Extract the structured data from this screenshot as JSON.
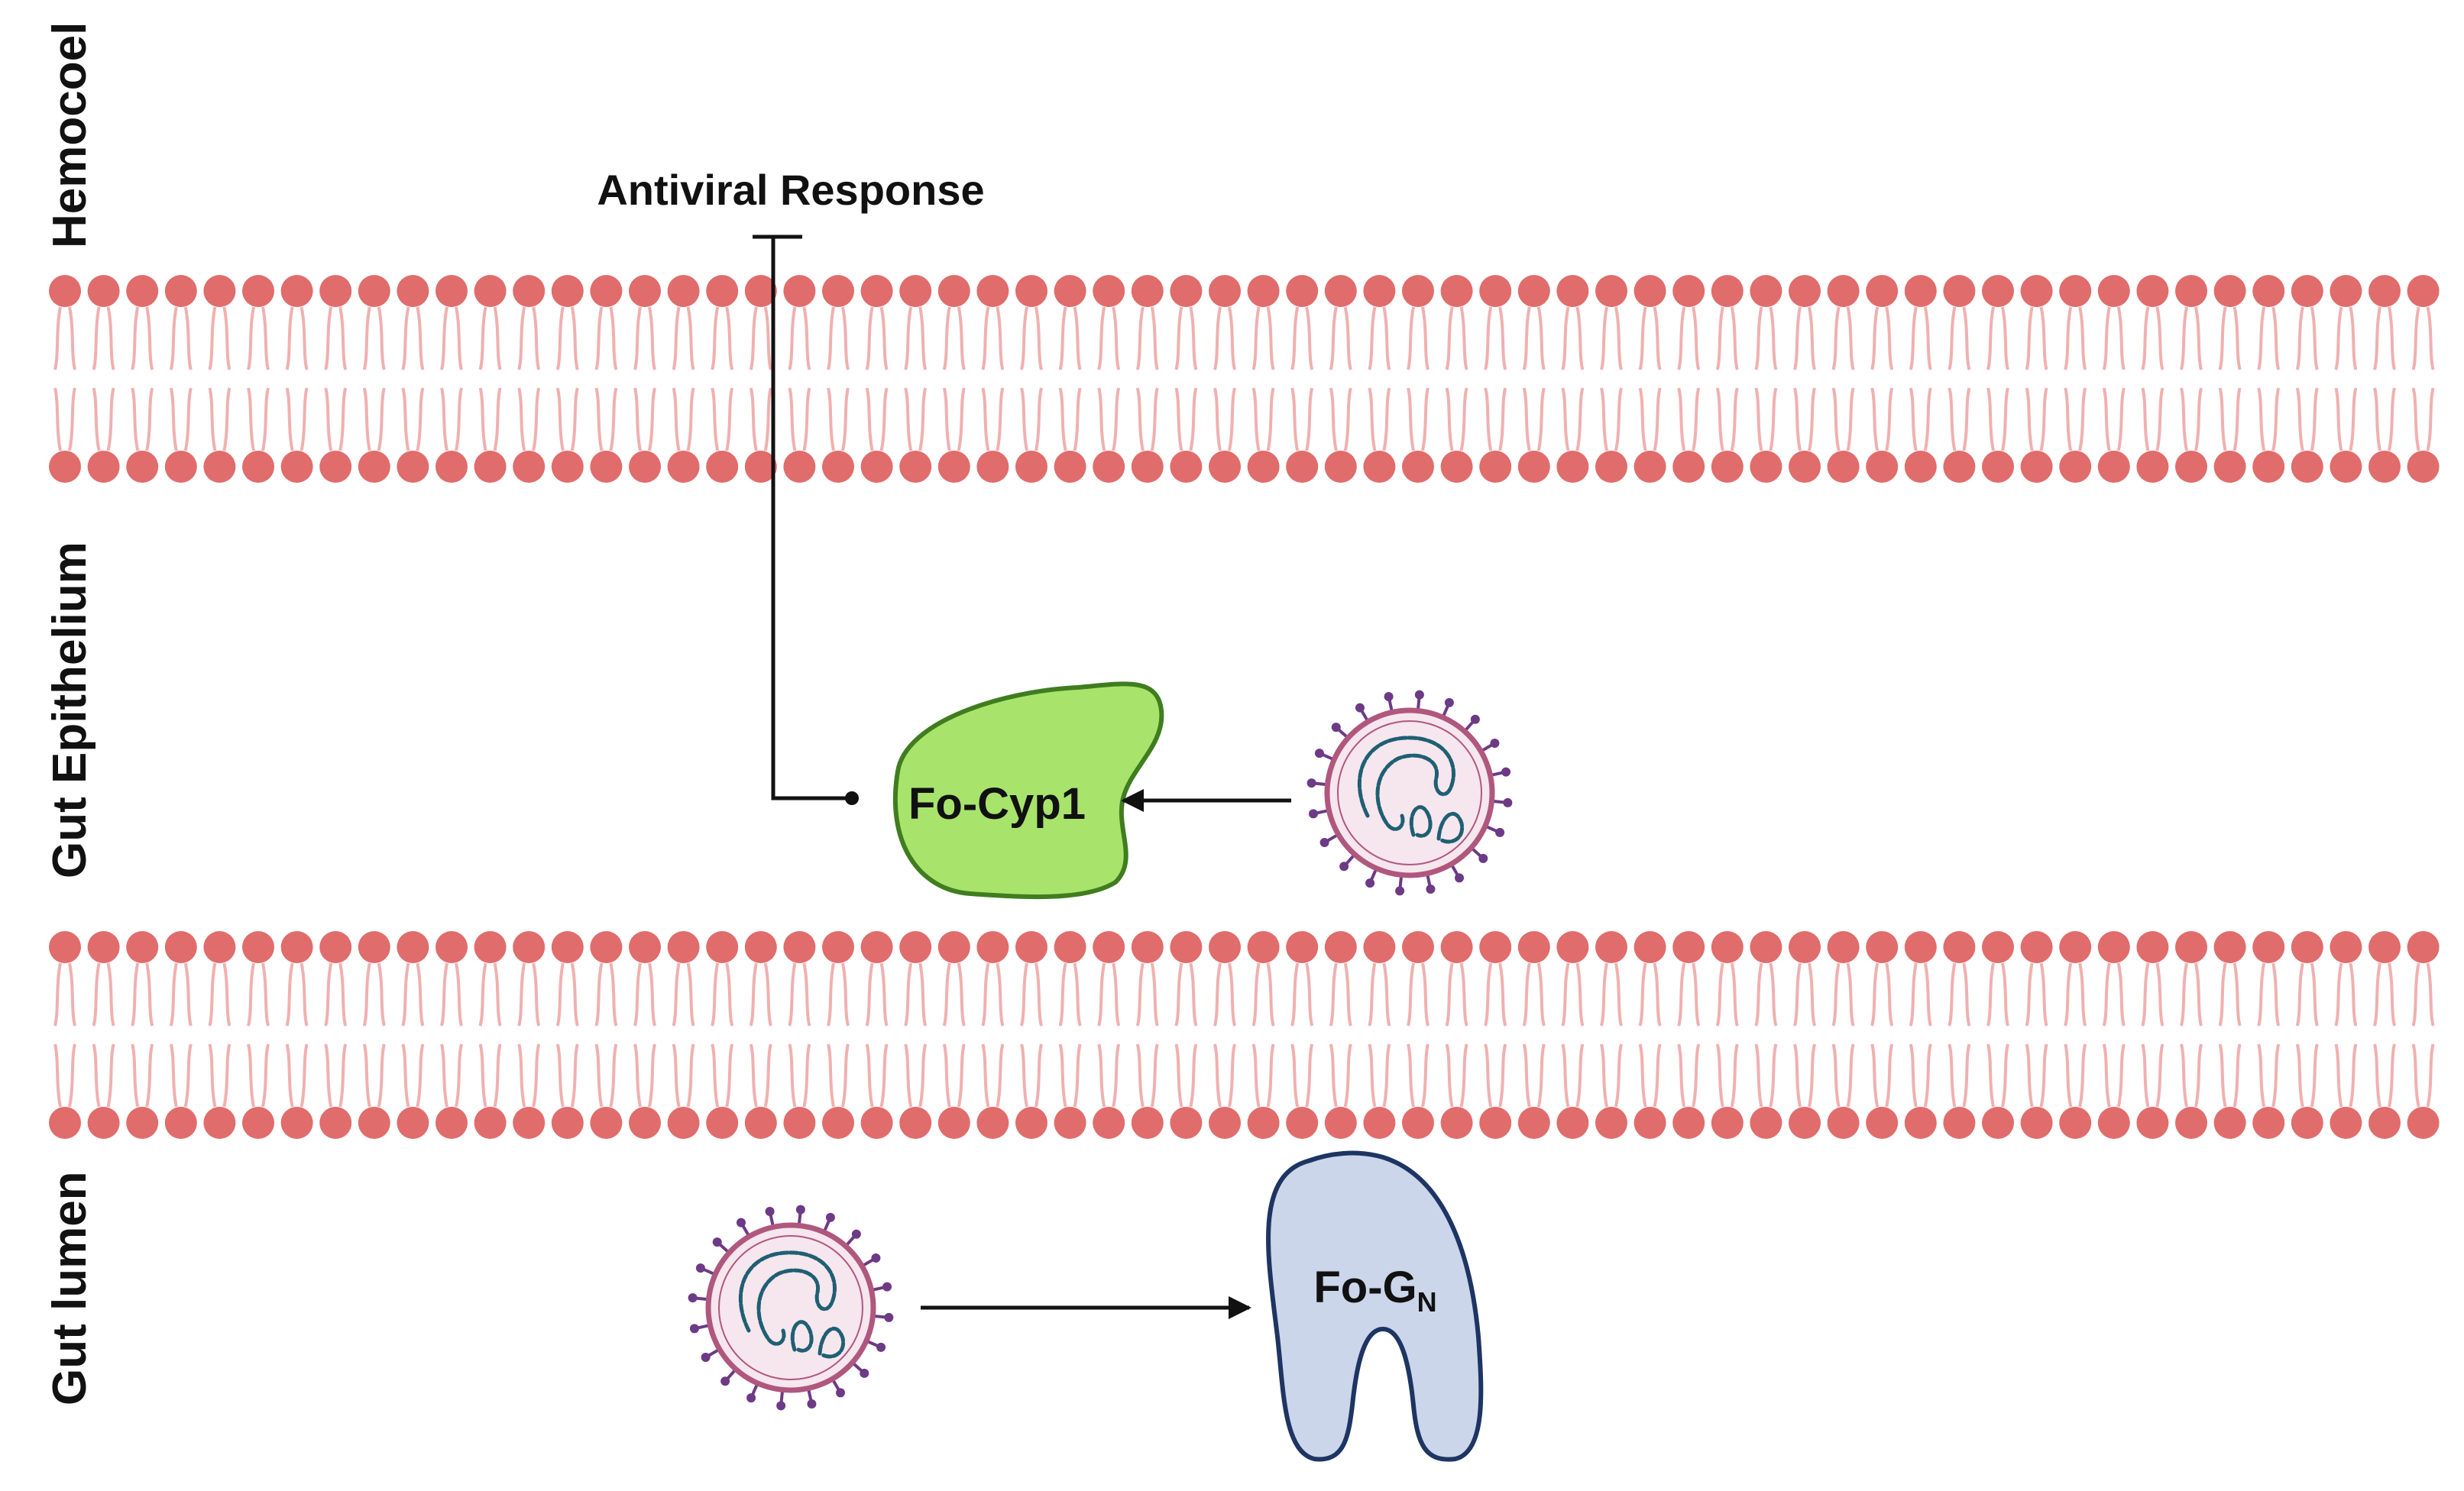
{
  "regions": {
    "hemocoel": "Hemocoel",
    "gut_epithelium": "Gut Epithelium",
    "gut_lumen": "Gut lumen"
  },
  "antiviral_response": "Antiviral Response",
  "proteins": {
    "cyp1": "Fo-Cyp1",
    "gn_main": "Fo-G",
    "gn_sub": "N"
  },
  "colors": {
    "membrane_head": "#e06c6c",
    "membrane_tail": "#f0b0b0",
    "cyp1_fill": "#a8e46c",
    "cyp1_stroke": "#3f7d1f",
    "gn_fill": "#ccd6ea",
    "gn_stroke": "#1e3563",
    "virus_fill": "#f6e6ee",
    "virus_rim": "#b0577e",
    "virus_spike": "#6d3a86",
    "virus_rna": "#1f5f73",
    "arrow": "#111111"
  },
  "icons": {
    "virus": "virus-icon",
    "membrane": "lipid-bilayer-icon"
  }
}
